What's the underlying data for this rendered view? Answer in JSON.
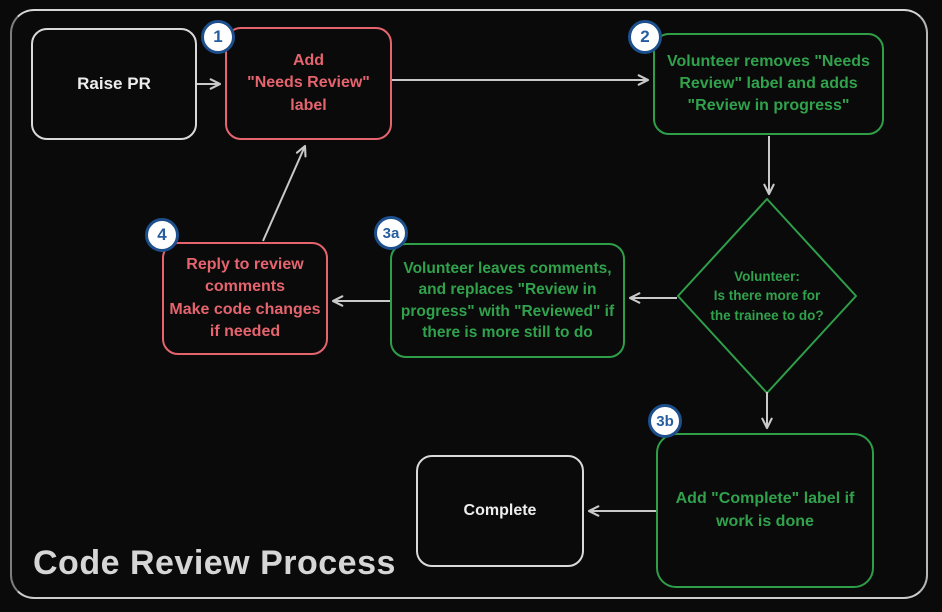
{
  "title": "Code Review Process",
  "colors": {
    "red_accent": "#e5646e",
    "green_accent": "#2f9e48",
    "neutral_stroke": "#d9d9d9",
    "arrow": "#c9c9c9",
    "badge_border": "#1d4f8c",
    "badge_text": "#265d9e",
    "background": "#0a0a0a"
  },
  "nodes": [
    {
      "id": "raise-pr",
      "text": "Raise PR",
      "color": "neutral"
    },
    {
      "id": "add-needs-review-label",
      "badge": "1",
      "text": "Add\n\"Needs Review\"\nlabel",
      "color": "red"
    },
    {
      "id": "volunteer-removes-label",
      "badge": "2",
      "text": "Volunteer removes \"Needs\nReview\" label and adds\n\"Review in progress\"",
      "color": "green"
    },
    {
      "id": "decision-more-to-do",
      "text": "Volunteer:\nIs there more for\nthe trainee to do?",
      "color": "green",
      "shape": "diamond"
    },
    {
      "id": "volunteer-leaves-comments",
      "badge": "3a",
      "text": "Volunteer leaves comments,\nand replaces \"Review in\nprogress\" with \"Reviewed\" if\nthere is more still to do",
      "color": "green"
    },
    {
      "id": "reply-to-review-comments",
      "badge": "4",
      "text": "Reply to review\ncomments\nMake code changes\nif needed",
      "color": "red"
    },
    {
      "id": "add-complete-label",
      "badge": "3b",
      "text": "Add \"Complete\" label if\nwork is done",
      "color": "green"
    },
    {
      "id": "complete",
      "text": "Complete",
      "color": "neutral"
    }
  ],
  "edges": [
    {
      "from": "raise-pr",
      "to": "add-needs-review-label"
    },
    {
      "from": "add-needs-review-label",
      "to": "volunteer-removes-label"
    },
    {
      "from": "volunteer-removes-label",
      "to": "decision-more-to-do"
    },
    {
      "from": "decision-more-to-do",
      "to": "volunteer-leaves-comments"
    },
    {
      "from": "volunteer-leaves-comments",
      "to": "reply-to-review-comments"
    },
    {
      "from": "reply-to-review-comments",
      "to": "add-needs-review-label"
    },
    {
      "from": "decision-more-to-do",
      "to": "add-complete-label"
    },
    {
      "from": "add-complete-label",
      "to": "complete"
    }
  ]
}
